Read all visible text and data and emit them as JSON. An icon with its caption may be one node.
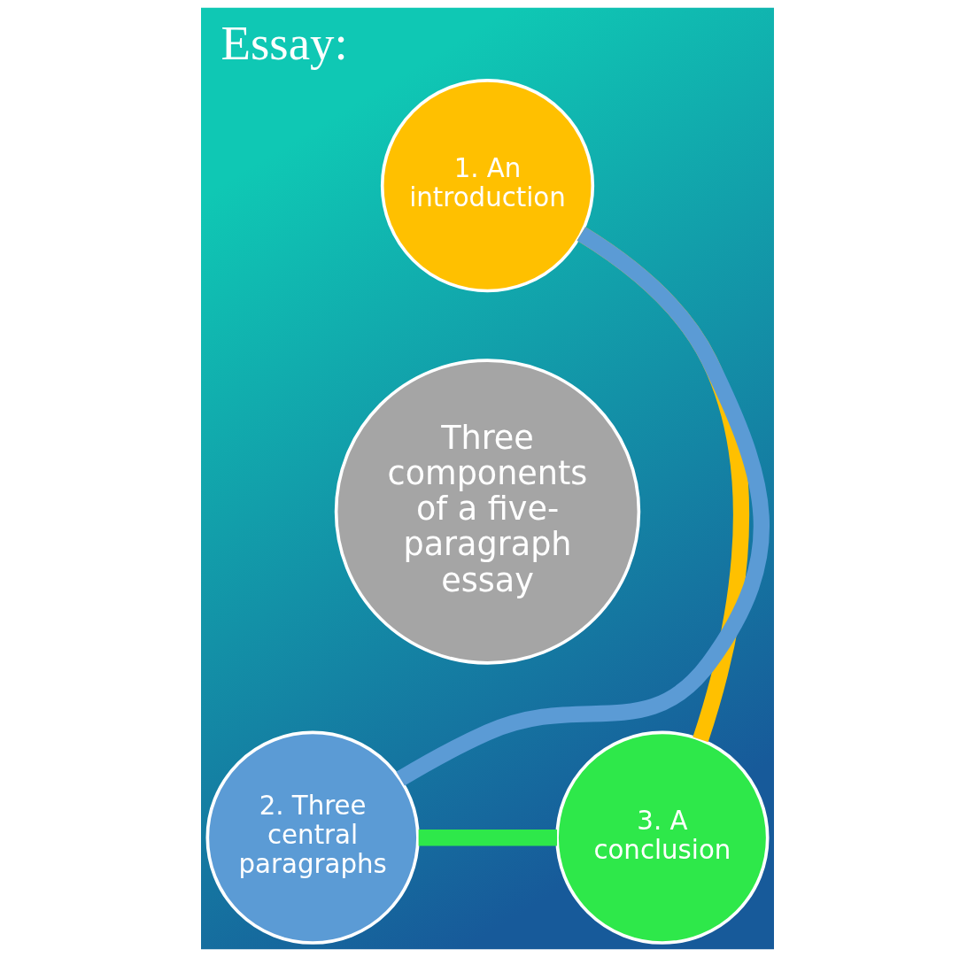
{
  "diagram": {
    "title": "Essay:",
    "nodes": [
      {
        "text": [
          "Three components of a five-paragraph essay"
        ]
      },
      {
        "text": [
          "1. An introduction"
        ]
      },
      {
        "text": [
          "2. Three central paragraphs"
        ]
      },
      {
        "text": [
          "3. A conclusion"
        ]
      }
    ],
    "edges": [
      {
        "from": 1,
        "to": 3,
        "arrow": "none",
        "color": "#ffc000"
      },
      {
        "from": 3,
        "to": 2,
        "arrow": "none",
        "color": "#2ee84a"
      },
      {
        "from": 2,
        "to": 1,
        "arrow": "none",
        "color": "#5b9bd5"
      }
    ]
  }
}
